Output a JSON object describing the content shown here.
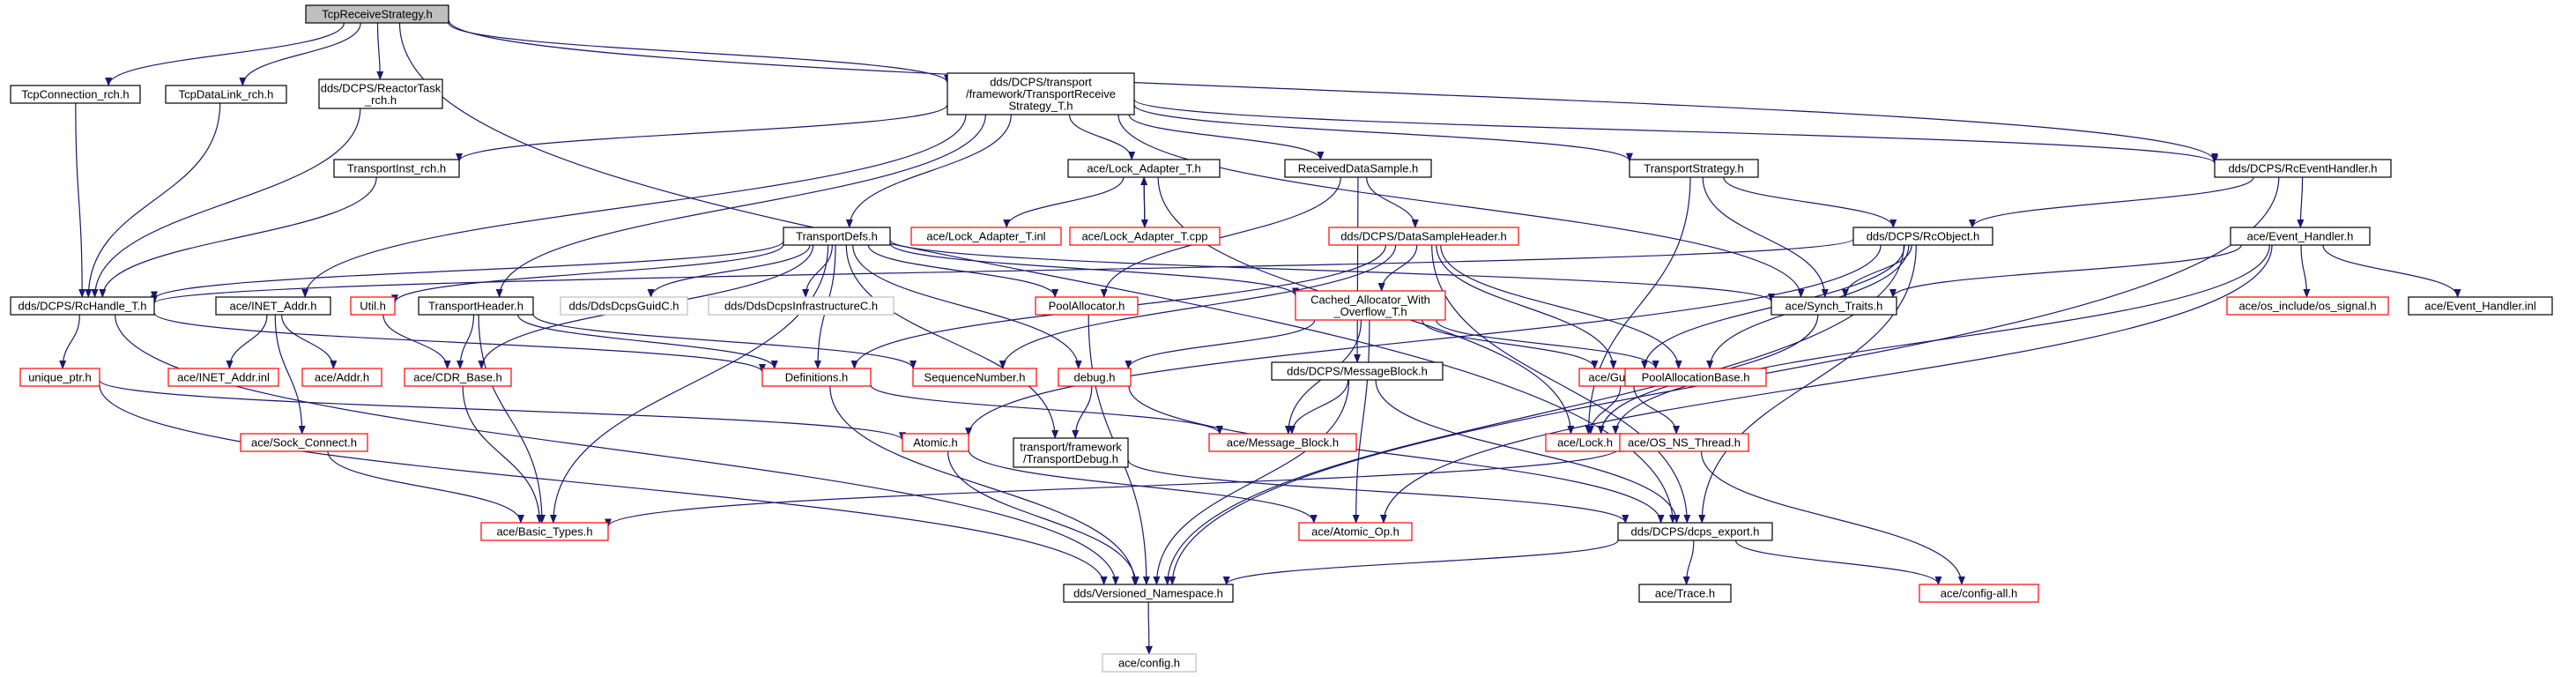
{
  "colors": {
    "edge": "#191970",
    "border_black": "#000000",
    "border_red": "#ff0000",
    "border_gray": "#bfbfbf",
    "root_fill": "#bfbfbf"
  },
  "nodes": [
    {
      "id": "root",
      "lines": [
        "TcpReceiveStrategy.h"
      ],
      "style": "root"
    },
    {
      "id": "tcpconn",
      "lines": [
        "TcpConnection_rch.h"
      ],
      "style": "black"
    },
    {
      "id": "tcpdatalink",
      "lines": [
        "TcpDataLink_rch.h"
      ],
      "style": "black"
    },
    {
      "id": "reactortask",
      "lines": [
        "dds/DCPS/ReactorTask",
        "_rch.h"
      ],
      "style": "black"
    },
    {
      "id": "trs",
      "lines": [
        "dds/DCPS/transport",
        "/framework/TransportReceive",
        "Strategy_T.h"
      ],
      "style": "black"
    },
    {
      "id": "rceventhandler",
      "lines": [
        "dds/DCPS/RcEventHandler.h"
      ],
      "style": "black"
    },
    {
      "id": "transportinst",
      "lines": [
        "TransportInst_rch.h"
      ],
      "style": "black"
    },
    {
      "id": "lockadapter",
      "lines": [
        "ace/Lock_Adapter_T.h"
      ],
      "style": "black"
    },
    {
      "id": "receiveddatasample",
      "lines": [
        "ReceivedDataSample.h"
      ],
      "style": "black"
    },
    {
      "id": "transportstrategy",
      "lines": [
        "TransportStrategy.h"
      ],
      "style": "black"
    },
    {
      "id": "lockadapterinl",
      "lines": [
        "ace/Lock_Adapter_T.inl"
      ],
      "style": "red"
    },
    {
      "id": "lockadaptercpp",
      "lines": [
        "ace/Lock_Adapter_T.cpp"
      ],
      "style": "red"
    },
    {
      "id": "datasampleheader",
      "lines": [
        "dds/DCPS/DataSampleHeader.h"
      ],
      "style": "red"
    },
    {
      "id": "rcobject",
      "lines": [
        "dds/DCPS/RcObject.h"
      ],
      "style": "black"
    },
    {
      "id": "eventhandler",
      "lines": [
        "ace/Event_Handler.h"
      ],
      "style": "black"
    },
    {
      "id": "transportdefs",
      "lines": [
        "TransportDefs.h"
      ],
      "style": "black"
    },
    {
      "id": "rchandle",
      "lines": [
        "dds/DCPS/RcHandle_T.h"
      ],
      "style": "black"
    },
    {
      "id": "inetaddr",
      "lines": [
        "ace/INET_Addr.h"
      ],
      "style": "black"
    },
    {
      "id": "util",
      "lines": [
        "Util.h"
      ],
      "style": "red"
    },
    {
      "id": "transportheader",
      "lines": [
        "TransportHeader.h"
      ],
      "style": "black"
    },
    {
      "id": "guidc",
      "lines": [
        "dds/DdsDcpsGuidC.h"
      ],
      "style": "gray"
    },
    {
      "id": "infrac",
      "lines": [
        "dds/DdsDcpsInfrastructureC.h"
      ],
      "style": "gray"
    },
    {
      "id": "poolallocator",
      "lines": [
        "PoolAllocator.h"
      ],
      "style": "red"
    },
    {
      "id": "cachedallocator",
      "lines": [
        "Cached_Allocator_With",
        "_Overflow_T.h"
      ],
      "style": "red"
    },
    {
      "id": "synchtraits",
      "lines": [
        "ace/Synch_Traits.h"
      ],
      "style": "black"
    },
    {
      "id": "ossignal",
      "lines": [
        "ace/os_include/os_signal.h"
      ],
      "style": "red"
    },
    {
      "id": "eventhandlerinl",
      "lines": [
        "ace/Event_Handler.inl"
      ],
      "style": "black"
    },
    {
      "id": "uniqueptr",
      "lines": [
        "unique_ptr.h"
      ],
      "style": "red"
    },
    {
      "id": "inetaddrinl",
      "lines": [
        "ace/INET_Addr.inl"
      ],
      "style": "red"
    },
    {
      "id": "addr",
      "lines": [
        "ace/Addr.h"
      ],
      "style": "red"
    },
    {
      "id": "cdrbase",
      "lines": [
        "ace/CDR_Base.h"
      ],
      "style": "red"
    },
    {
      "id": "definitions",
      "lines": [
        "Definitions.h"
      ],
      "style": "red"
    },
    {
      "id": "sequencenumber",
      "lines": [
        "SequenceNumber.h"
      ],
      "style": "red"
    },
    {
      "id": "debug",
      "lines": [
        "debug.h"
      ],
      "style": "red"
    },
    {
      "id": "messageblock",
      "lines": [
        "dds/DCPS/MessageBlock.h"
      ],
      "style": "black"
    },
    {
      "id": "guard",
      "lines": [
        "ace/Guard_T.h"
      ],
      "style": "red"
    },
    {
      "id": "poolallocationbase",
      "lines": [
        "PoolAllocationBase.h"
      ],
      "style": "red"
    },
    {
      "id": "sockconnect",
      "lines": [
        "ace/Sock_Connect.h"
      ],
      "style": "red"
    },
    {
      "id": "atomic",
      "lines": [
        "Atomic.h"
      ],
      "style": "red"
    },
    {
      "id": "transportdebug",
      "lines": [
        "transport/framework",
        "/TransportDebug.h"
      ],
      "style": "black"
    },
    {
      "id": "ace_messageblock",
      "lines": [
        "ace/Message_Block.h"
      ],
      "style": "red"
    },
    {
      "id": "acelock",
      "lines": [
        "ace/Lock.h"
      ],
      "style": "red"
    },
    {
      "id": "osnsthread",
      "lines": [
        "ace/OS_NS_Thread.h"
      ],
      "style": "red"
    },
    {
      "id": "basictypes",
      "lines": [
        "ace/Basic_Types.h"
      ],
      "style": "red"
    },
    {
      "id": "atomicop",
      "lines": [
        "ace/Atomic_Op.h"
      ],
      "style": "red"
    },
    {
      "id": "dcpsexport",
      "lines": [
        "dds/DCPS/dcps_export.h"
      ],
      "style": "black"
    },
    {
      "id": "versionednamespace",
      "lines": [
        "dds/Versioned_Namespace.h"
      ],
      "style": "black"
    },
    {
      "id": "acetrace",
      "lines": [
        "ace/Trace.h"
      ],
      "style": "black"
    },
    {
      "id": "configall",
      "lines": [
        "ace/config-all.h"
      ],
      "style": "red"
    },
    {
      "id": "aceconfig",
      "lines": [
        "ace/config.h"
      ],
      "style": "gray"
    }
  ],
  "edges": [
    [
      "root",
      "tcpconn"
    ],
    [
      "root",
      "tcpdatalink"
    ],
    [
      "root",
      "reactortask"
    ],
    [
      "root",
      "trs"
    ],
    [
      "root",
      "rceventhandler"
    ],
    [
      "root",
      "dcpsexport"
    ],
    [
      "tcpconn",
      "rchandle"
    ],
    [
      "tcpdatalink",
      "rchandle"
    ],
    [
      "reactortask",
      "rchandle"
    ],
    [
      "trs",
      "transportinst"
    ],
    [
      "trs",
      "lockadapter"
    ],
    [
      "trs",
      "receiveddatasample"
    ],
    [
      "trs",
      "transportstrategy"
    ],
    [
      "trs",
      "transportdefs"
    ],
    [
      "trs",
      "inetaddr"
    ],
    [
      "trs",
      "transportheader"
    ],
    [
      "trs",
      "synchtraits"
    ],
    [
      "trs",
      "rceventhandler"
    ],
    [
      "transportinst",
      "rchandle"
    ],
    [
      "lockadapter",
      "lockadapterinl"
    ],
    [
      "lockadapter",
      "lockadaptercpp"
    ],
    [
      "lockadaptercpp",
      "lockadapter"
    ],
    [
      "lockadapter",
      "acelock"
    ],
    [
      "receiveddatasample",
      "datasampleheader"
    ],
    [
      "receiveddatasample",
      "messageblock"
    ],
    [
      "receiveddatasample",
      "poolallocator"
    ],
    [
      "transportstrategy",
      "rcobject"
    ],
    [
      "transportstrategy",
      "synchtraits"
    ],
    [
      "transportstrategy",
      "acelock"
    ],
    [
      "rceventhandler",
      "rcobject"
    ],
    [
      "rceventhandler",
      "eventhandler"
    ],
    [
      "rceventhandler",
      "versionednamespace"
    ],
    [
      "rcobject",
      "rchandle"
    ],
    [
      "rcobject",
      "synchtraits"
    ],
    [
      "rcobject",
      "dcpsexport"
    ],
    [
      "rcobject",
      "versionednamespace"
    ],
    [
      "rcobject",
      "poolallocationbase"
    ],
    [
      "rcobject",
      "guard"
    ],
    [
      "rcobject",
      "atomic"
    ],
    [
      "eventhandler",
      "synchtraits"
    ],
    [
      "eventhandler",
      "ossignal"
    ],
    [
      "eventhandler",
      "eventhandlerinl"
    ],
    [
      "eventhandler",
      "atomicop"
    ],
    [
      "eventhandler",
      "acelock"
    ],
    [
      "datasampleheader",
      "cachedallocator"
    ],
    [
      "datasampleheader",
      "sequencenumber"
    ],
    [
      "datasampleheader",
      "definitions"
    ],
    [
      "datasampleheader",
      "dcpsexport"
    ],
    [
      "datasampleheader",
      "poolallocationbase"
    ],
    [
      "datasampleheader",
      "guard"
    ],
    [
      "transportdefs",
      "rchandle"
    ],
    [
      "transportdefs",
      "util"
    ],
    [
      "transportdefs",
      "guidc"
    ],
    [
      "transportdefs",
      "infrac"
    ],
    [
      "transportdefs",
      "poolallocator"
    ],
    [
      "transportdefs",
      "cachedallocator"
    ],
    [
      "transportdefs",
      "synchtraits"
    ],
    [
      "transportdefs",
      "cdrbase"
    ],
    [
      "transportdefs",
      "definitions"
    ],
    [
      "transportdefs",
      "debug"
    ],
    [
      "transportdefs",
      "basictypes"
    ],
    [
      "transportdefs",
      "transportdebug"
    ],
    [
      "rchandle",
      "uniqueptr"
    ],
    [
      "rchandle",
      "definitions"
    ],
    [
      "rchandle",
      "versionednamespace"
    ],
    [
      "inetaddr",
      "inetaddrinl"
    ],
    [
      "inetaddr",
      "addr"
    ],
    [
      "inetaddr",
      "sockconnect"
    ],
    [
      "util",
      "cdrbase"
    ],
    [
      "transportheader",
      "cdrbase"
    ],
    [
      "transportheader",
      "definitions"
    ],
    [
      "transportheader",
      "basictypes"
    ],
    [
      "transportheader",
      "sequencenumber"
    ],
    [
      "poolallocator",
      "versionednamespace"
    ],
    [
      "cachedallocator",
      "guard"
    ],
    [
      "cachedallocator",
      "poolallocationbase"
    ],
    [
      "cachedallocator",
      "ace_messageblock"
    ],
    [
      "cachedallocator",
      "debug"
    ],
    [
      "cachedallocator",
      "atomicop"
    ],
    [
      "synchtraits",
      "acelock"
    ],
    [
      "uniqueptr",
      "atomic"
    ],
    [
      "uniqueptr",
      "versionednamespace"
    ],
    [
      "cdrbase",
      "basictypes"
    ],
    [
      "definitions",
      "versionednamespace"
    ],
    [
      "definitions",
      "ace_messageblock"
    ],
    [
      "debug",
      "transportdebug"
    ],
    [
      "debug",
      "dcpsexport"
    ],
    [
      "messageblock",
      "ace_messageblock"
    ],
    [
      "messageblock",
      "versionednamespace"
    ],
    [
      "messageblock",
      "dcpsexport"
    ],
    [
      "guard",
      "acelock"
    ],
    [
      "guard",
      "osnsthread"
    ],
    [
      "sockconnect",
      "basictypes"
    ],
    [
      "atomic",
      "atomicop"
    ],
    [
      "atomic",
      "versionednamespace"
    ],
    [
      "transportdebug",
      "dcpsexport"
    ],
    [
      "osnsthread",
      "basictypes"
    ],
    [
      "osnsthread",
      "configall"
    ],
    [
      "dcpsexport",
      "versionednamespace"
    ],
    [
      "dcpsexport",
      "acetrace"
    ],
    [
      "dcpsexport",
      "configall"
    ],
    [
      "versionednamespace",
      "aceconfig"
    ]
  ]
}
